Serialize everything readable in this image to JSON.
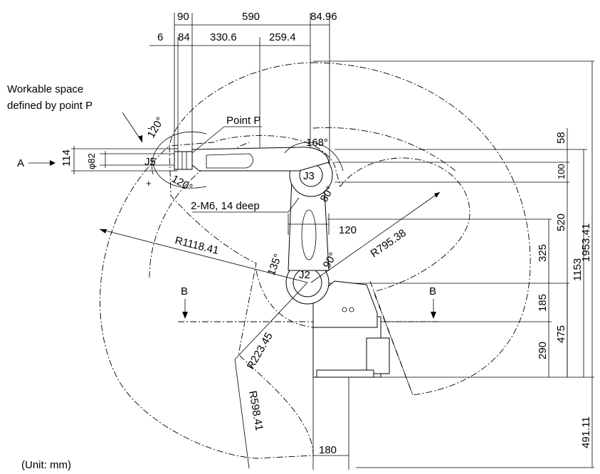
{
  "workspace_color": "#fbf7b8",
  "labels": {
    "workable_line1": "Workable space",
    "workable_line2": "defined by point P",
    "point_p": "Point P",
    "view_a": "A",
    "view_b1": "B",
    "view_b2": "B",
    "j2": "J2",
    "j3": "J3",
    "j5": "J5",
    "m6": "2-M6, 14 deep",
    "unit": "(Unit: mm)",
    "plus": "+",
    "minus": "-"
  },
  "dims": {
    "d90": "90",
    "d590": "590",
    "d84_96": "84.96",
    "d6": "6",
    "d84": "84",
    "d330_6": "330.6",
    "d259_4": "259.4",
    "d114": "114",
    "phi82": "φ82",
    "d58": "58",
    "d100": "100",
    "d520": "520",
    "d1153": "1153",
    "d1953_41": "1953.41",
    "d325": "325",
    "d185": "185",
    "d475": "475",
    "d290": "290",
    "d491_11": "491.11",
    "d120": "120",
    "d180": "180",
    "r1118": "R1118.41",
    "r795": "R795.38",
    "r223": "R223.45",
    "r598": "R598.41",
    "a120a": "120°",
    "a120b": "120°",
    "a168": "168°",
    "a80": "80°",
    "a135": "135°",
    "a90": "90°"
  }
}
